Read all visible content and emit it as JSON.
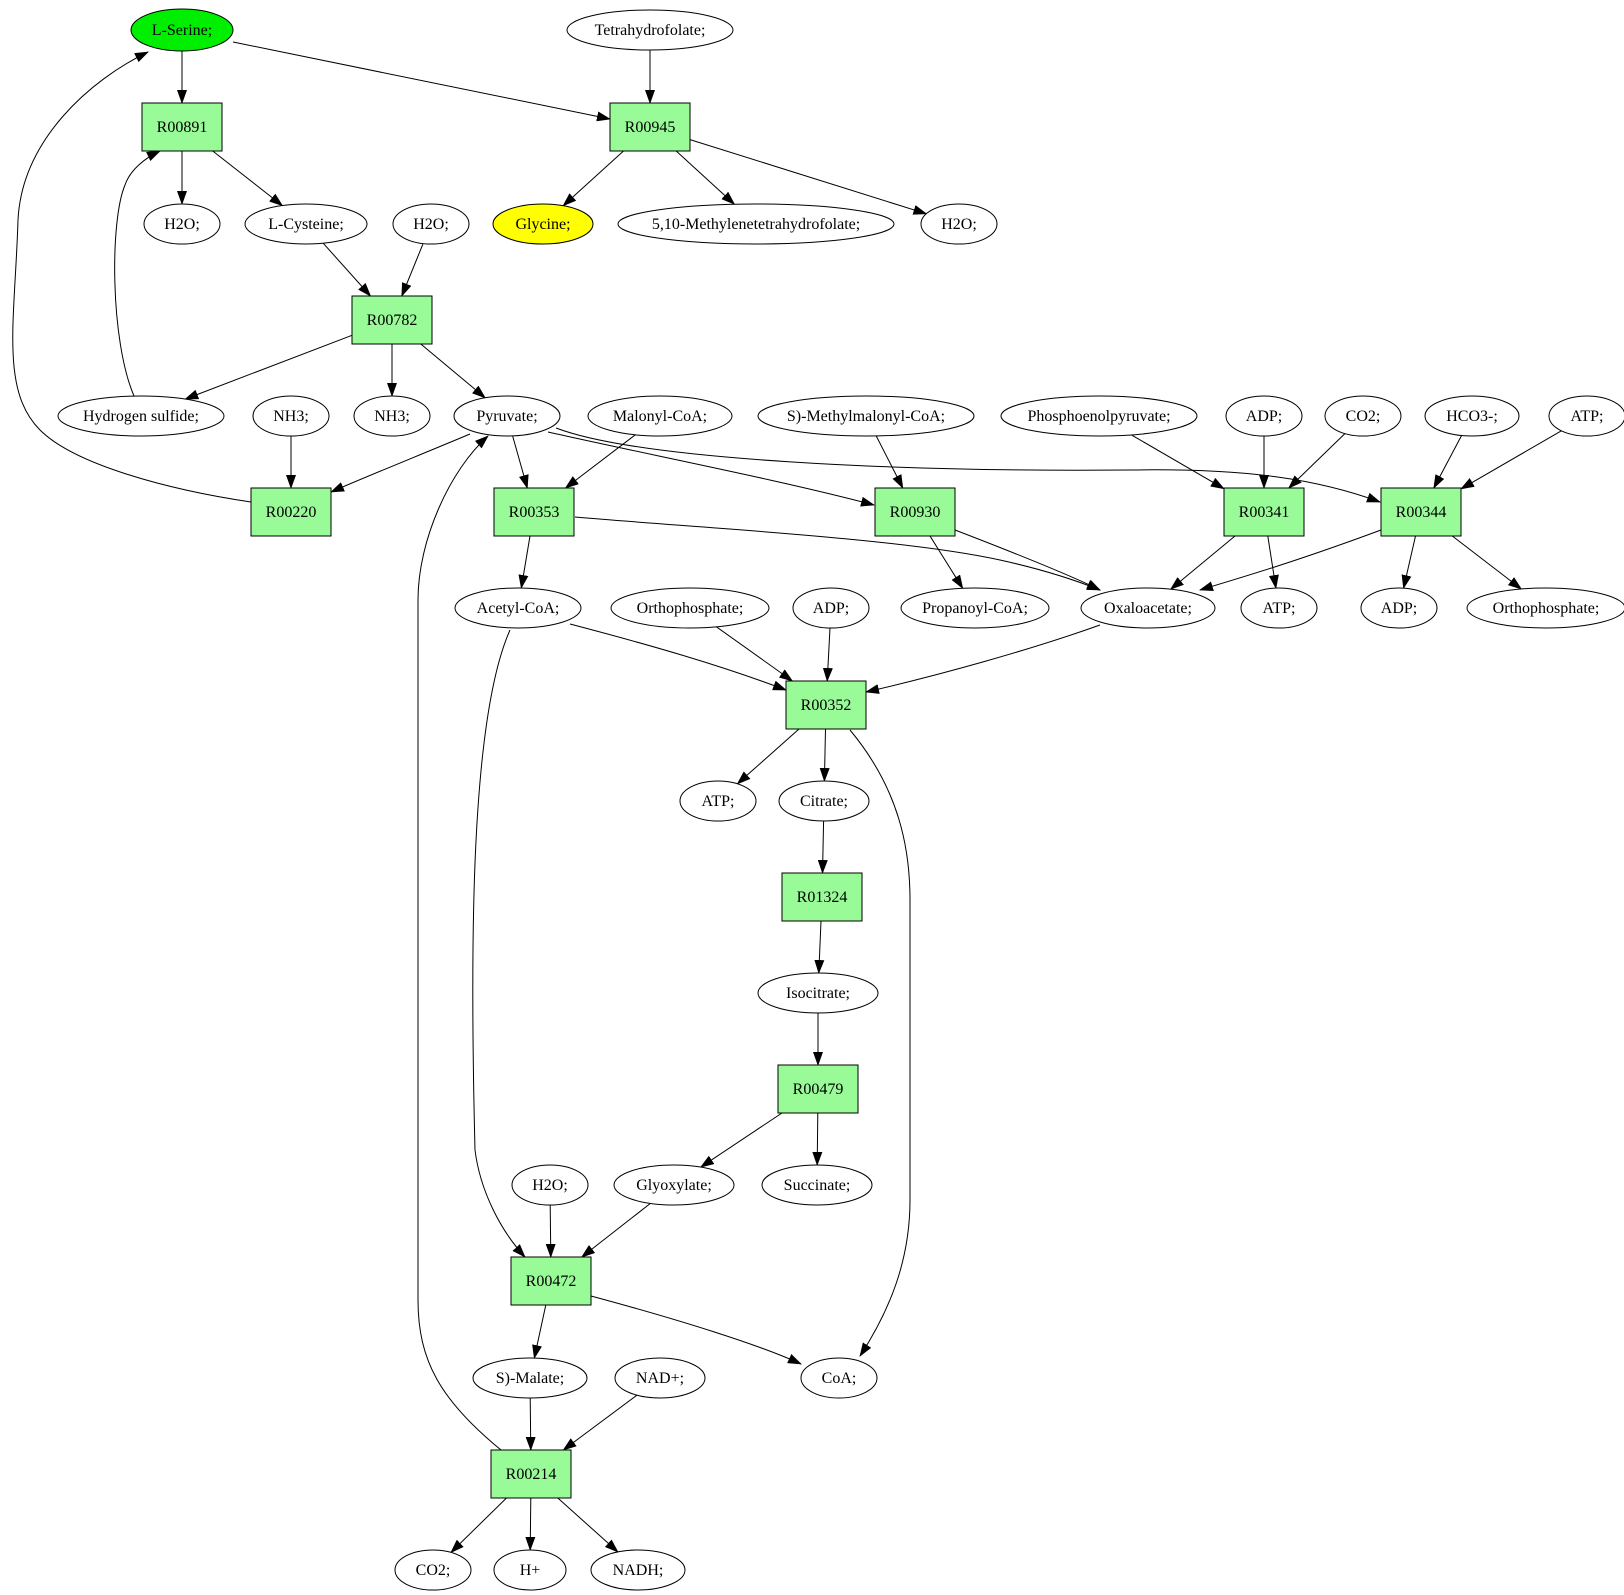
{
  "colors": {
    "reaction_fill": "#98fb98",
    "start_fill": "#00ee00",
    "target_fill": "#ffff00",
    "compound_fill": "#ffffff",
    "stroke": "#000000"
  },
  "nodes": [
    {
      "id": "l_serine",
      "label": "L-Serine;",
      "kind": "start"
    },
    {
      "id": "thf",
      "label": "Tetrahydrofolate;",
      "kind": "compound"
    },
    {
      "id": "R00891",
      "label": "R00891",
      "kind": "reaction"
    },
    {
      "id": "R00945",
      "label": "R00945",
      "kind": "reaction"
    },
    {
      "id": "h2o_a",
      "label": "H2O;",
      "kind": "compound"
    },
    {
      "id": "l_cysteine",
      "label": "L-Cysteine;",
      "kind": "compound"
    },
    {
      "id": "h2o_b",
      "label": "H2O;",
      "kind": "compound"
    },
    {
      "id": "glycine",
      "label": "Glycine;",
      "kind": "target"
    },
    {
      "id": "methylene_thf",
      "label": "5,10-Methylenetetrahydrofolate;",
      "kind": "compound"
    },
    {
      "id": "h2o_c",
      "label": "H2O;",
      "kind": "compound"
    },
    {
      "id": "R00782",
      "label": "R00782",
      "kind": "reaction"
    },
    {
      "id": "h2s",
      "label": "Hydrogen sulfide;",
      "kind": "compound"
    },
    {
      "id": "nh3_a",
      "label": "NH3;",
      "kind": "compound"
    },
    {
      "id": "nh3_b",
      "label": "NH3;",
      "kind": "compound"
    },
    {
      "id": "pyruvate",
      "label": "Pyruvate;",
      "kind": "compound"
    },
    {
      "id": "malonyl_coa",
      "label": "Malonyl-CoA;",
      "kind": "compound"
    },
    {
      "id": "methylmalonyl_coa",
      "label": "S)-Methylmalonyl-CoA;",
      "kind": "compound"
    },
    {
      "id": "pep",
      "label": "Phosphoenolpyruvate;",
      "kind": "compound"
    },
    {
      "id": "adp_a",
      "label": "ADP;",
      "kind": "compound"
    },
    {
      "id": "co2_a",
      "label": "CO2;",
      "kind": "compound"
    },
    {
      "id": "hco3",
      "label": "HCO3-;",
      "kind": "compound"
    },
    {
      "id": "atp_a",
      "label": "ATP;",
      "kind": "compound"
    },
    {
      "id": "R00220",
      "label": "R00220",
      "kind": "reaction"
    },
    {
      "id": "R00353",
      "label": "R00353",
      "kind": "reaction"
    },
    {
      "id": "R00930",
      "label": "R00930",
      "kind": "reaction"
    },
    {
      "id": "R00341",
      "label": "R00341",
      "kind": "reaction"
    },
    {
      "id": "R00344",
      "label": "R00344",
      "kind": "reaction"
    },
    {
      "id": "acetyl_coa",
      "label": "Acetyl-CoA;",
      "kind": "compound"
    },
    {
      "id": "orthophosphate_a",
      "label": "Orthophosphate;",
      "kind": "compound"
    },
    {
      "id": "adp_b",
      "label": "ADP;",
      "kind": "compound"
    },
    {
      "id": "propanoyl_coa",
      "label": "Propanoyl-CoA;",
      "kind": "compound"
    },
    {
      "id": "oxaloacetate",
      "label": "Oxaloacetate;",
      "kind": "compound"
    },
    {
      "id": "atp_b",
      "label": "ATP;",
      "kind": "compound"
    },
    {
      "id": "adp_c",
      "label": "ADP;",
      "kind": "compound"
    },
    {
      "id": "orthophosphate_b",
      "label": "Orthophosphate;",
      "kind": "compound"
    },
    {
      "id": "R00352",
      "label": "R00352",
      "kind": "reaction"
    },
    {
      "id": "atp_c",
      "label": "ATP;",
      "kind": "compound"
    },
    {
      "id": "citrate",
      "label": "Citrate;",
      "kind": "compound"
    },
    {
      "id": "R01324",
      "label": "R01324",
      "kind": "reaction"
    },
    {
      "id": "isocitrate",
      "label": "Isocitrate;",
      "kind": "compound"
    },
    {
      "id": "R00479",
      "label": "R00479",
      "kind": "reaction"
    },
    {
      "id": "h2o_d",
      "label": "H2O;",
      "kind": "compound"
    },
    {
      "id": "glyoxylate",
      "label": "Glyoxylate;",
      "kind": "compound"
    },
    {
      "id": "succinate",
      "label": "Succinate;",
      "kind": "compound"
    },
    {
      "id": "R00472",
      "label": "R00472",
      "kind": "reaction"
    },
    {
      "id": "s_malate",
      "label": "S)-Malate;",
      "kind": "compound"
    },
    {
      "id": "nad",
      "label": "NAD+;",
      "kind": "compound"
    },
    {
      "id": "coa",
      "label": "CoA;",
      "kind": "compound"
    },
    {
      "id": "R00214",
      "label": "R00214",
      "kind": "reaction"
    },
    {
      "id": "co2_b",
      "label": "CO2;",
      "kind": "compound"
    },
    {
      "id": "h_plus",
      "label": "H+",
      "kind": "compound"
    },
    {
      "id": "nadh",
      "label": "NADH;",
      "kind": "compound"
    }
  ],
  "edges": [
    {
      "from": "l_serine",
      "to": "R00891"
    },
    {
      "from": "l_serine",
      "to": "R00945"
    },
    {
      "from": "thf",
      "to": "R00945"
    },
    {
      "from": "R00891",
      "to": "h2o_a"
    },
    {
      "from": "R00891",
      "to": "l_cysteine"
    },
    {
      "from": "R00945",
      "to": "glycine"
    },
    {
      "from": "R00945",
      "to": "methylene_thf"
    },
    {
      "from": "R00945",
      "to": "h2o_c"
    },
    {
      "from": "l_cysteine",
      "to": "R00782"
    },
    {
      "from": "h2o_b",
      "to": "R00782"
    },
    {
      "from": "R00782",
      "to": "h2s"
    },
    {
      "from": "R00782",
      "to": "nh3_b"
    },
    {
      "from": "R00782",
      "to": "pyruvate"
    },
    {
      "from": "h2s",
      "to": "R00891"
    },
    {
      "from": "nh3_a",
      "to": "R00220"
    },
    {
      "from": "pyruvate",
      "to": "R00220"
    },
    {
      "from": "R00220",
      "to": "l_serine"
    },
    {
      "from": "pyruvate",
      "to": "R00353"
    },
    {
      "from": "malonyl_coa",
      "to": "R00353"
    },
    {
      "from": "pyruvate",
      "to": "R00930"
    },
    {
      "from": "methylmalonyl_coa",
      "to": "R00930"
    },
    {
      "from": "pyruvate",
      "to": "R00344"
    },
    {
      "from": "pep",
      "to": "R00341"
    },
    {
      "from": "adp_a",
      "to": "R00341"
    },
    {
      "from": "co2_a",
      "to": "R00341"
    },
    {
      "from": "hco3",
      "to": "R00344"
    },
    {
      "from": "atp_a",
      "to": "R00344"
    },
    {
      "from": "R00353",
      "to": "acetyl_coa"
    },
    {
      "from": "R00353",
      "to": "oxaloacetate"
    },
    {
      "from": "R00930",
      "to": "propanoyl_coa"
    },
    {
      "from": "R00930",
      "to": "oxaloacetate"
    },
    {
      "from": "R00341",
      "to": "oxaloacetate"
    },
    {
      "from": "R00341",
      "to": "atp_b"
    },
    {
      "from": "R00344",
      "to": "oxaloacetate"
    },
    {
      "from": "R00344",
      "to": "adp_c"
    },
    {
      "from": "R00344",
      "to": "orthophosphate_b"
    },
    {
      "from": "acetyl_coa",
      "to": "R00352"
    },
    {
      "from": "orthophosphate_a",
      "to": "R00352"
    },
    {
      "from": "adp_b",
      "to": "R00352"
    },
    {
      "from": "oxaloacetate",
      "to": "R00352"
    },
    {
      "from": "R00352",
      "to": "atp_c"
    },
    {
      "from": "R00352",
      "to": "citrate"
    },
    {
      "from": "R00352",
      "to": "coa"
    },
    {
      "from": "citrate",
      "to": "R01324"
    },
    {
      "from": "R01324",
      "to": "isocitrate"
    },
    {
      "from": "isocitrate",
      "to": "R00479"
    },
    {
      "from": "R00479",
      "to": "glyoxylate"
    },
    {
      "from": "R00479",
      "to": "succinate"
    },
    {
      "from": "acetyl_coa",
      "to": "R00472"
    },
    {
      "from": "h2o_d",
      "to": "R00472"
    },
    {
      "from": "glyoxylate",
      "to": "R00472"
    },
    {
      "from": "R00472",
      "to": "s_malate"
    },
    {
      "from": "R00472",
      "to": "coa"
    },
    {
      "from": "s_malate",
      "to": "R00214"
    },
    {
      "from": "nad",
      "to": "R00214"
    },
    {
      "from": "R00214",
      "to": "pyruvate"
    },
    {
      "from": "R00214",
      "to": "co2_b"
    },
    {
      "from": "R00214",
      "to": "h_plus"
    },
    {
      "from": "R00214",
      "to": "nadh"
    }
  ]
}
